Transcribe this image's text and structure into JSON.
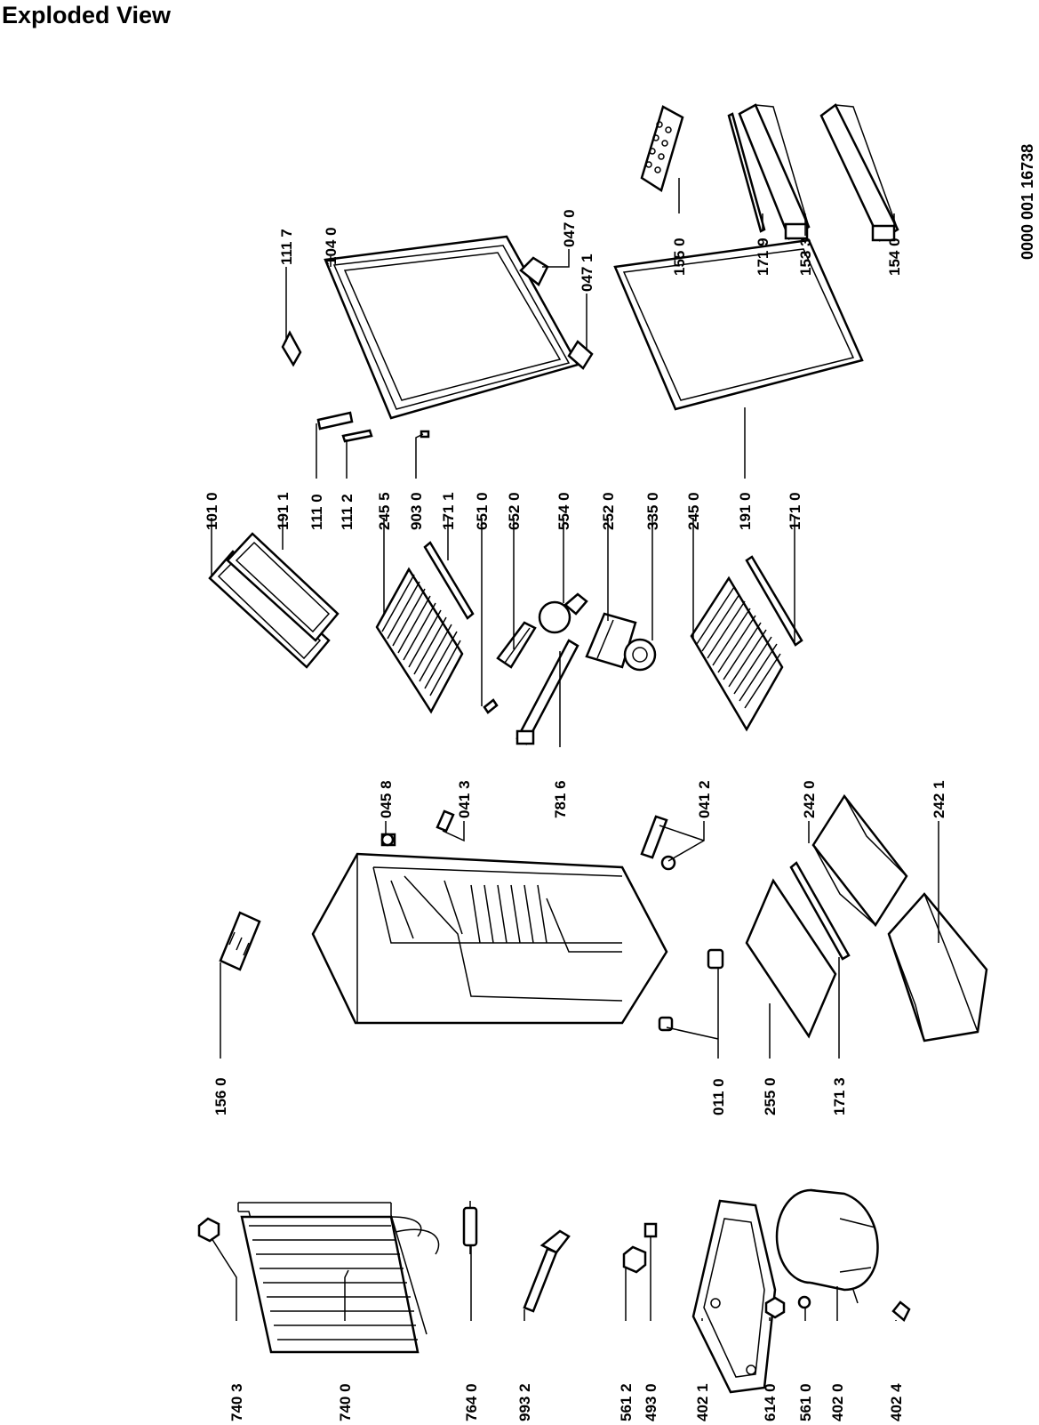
{
  "title": "Exploded View",
  "document_number": "0000 001 16738",
  "labels": {
    "p7403": "740 3",
    "p7400": "740 0",
    "p7640": "764 0",
    "p9932": "993 2",
    "p5612": "561 2",
    "p4930": "493 0",
    "p4021": "402 1",
    "p6140": "614 0",
    "p5610": "561 0",
    "p4020": "402 0",
    "p4024": "402 4",
    "p1560": "156 0",
    "p0110": "011 0",
    "p2550": "255 0",
    "p1713": "171 3",
    "p0458": "045 8",
    "p0413": "041 3",
    "p7816": "781 6",
    "p0412": "041 2",
    "p2420": "242 0",
    "p2421": "242 1",
    "p1010": "101 0",
    "p1911": "191 1",
    "p1110": "111 0",
    "p1112": "111 2",
    "p2455": "245 5",
    "p9030": "903 0",
    "p1711": "171 1",
    "p6510": "651 0",
    "p6520": "652 0",
    "p5540": "554 0",
    "p2520": "252 0",
    "p3350": "335 0",
    "p2450": "245 0",
    "p1910": "191 0",
    "p1710": "171 0",
    "p1117": "111 7",
    "p1040": "104 0",
    "p0470": "047 0",
    "p0471": "047 1",
    "p1550": "155 0",
    "p1719": "171 9",
    "p1533": "153 3",
    "p1540": "154 0"
  }
}
